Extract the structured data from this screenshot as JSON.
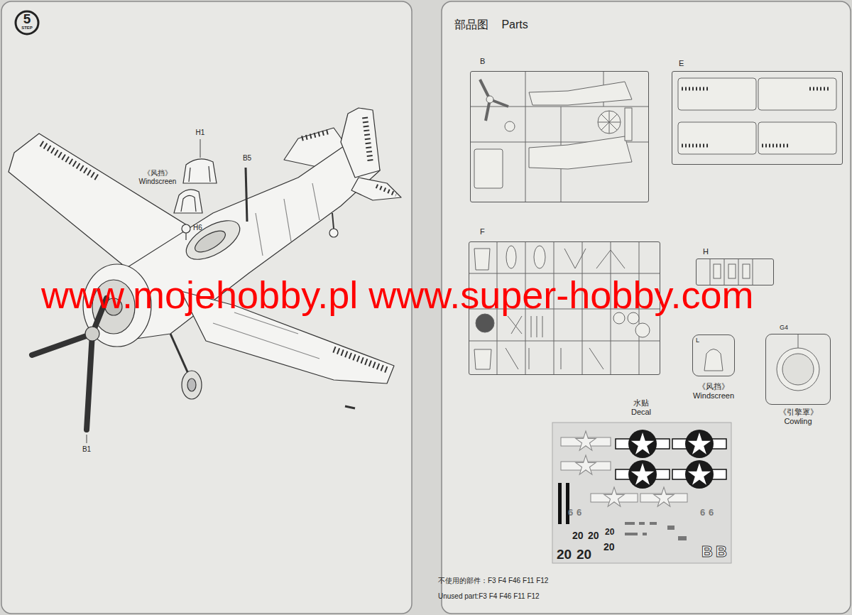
{
  "diagram": {
    "title": "部品图 Parts",
    "nodes": [
      {
        "text": [
          "B"
        ]
      },
      {
        "text": [
          "E"
        ]
      },
      {
        "text": [
          "F"
        ]
      },
      {
        "text": [
          "H"
        ]
      },
      {
        "text": [
          "L",
          "《风挡》 Windscreen"
        ]
      },
      {
        "text": [
          "G4",
          "《引擎罩》 Cowling"
        ]
      },
      {
        "text": [
          "水贴 Decal"
        ]
      }
    ],
    "labels": [
      "5",
      "STEP",
      "H1",
      "《风挡》 Windscreen",
      "B5",
      "H6",
      "B1",
      "www.mojehobby.pl www.super-hobby.com",
      "不使用的部件：F3 F4 F46 F11 F12",
      "Unused part:F3 F4 F46 F11 F12",
      "20",
      "20",
      "20",
      "20",
      "20",
      "20",
      "6",
      "6",
      "6",
      "6",
      "B",
      "B"
    ]
  }
}
